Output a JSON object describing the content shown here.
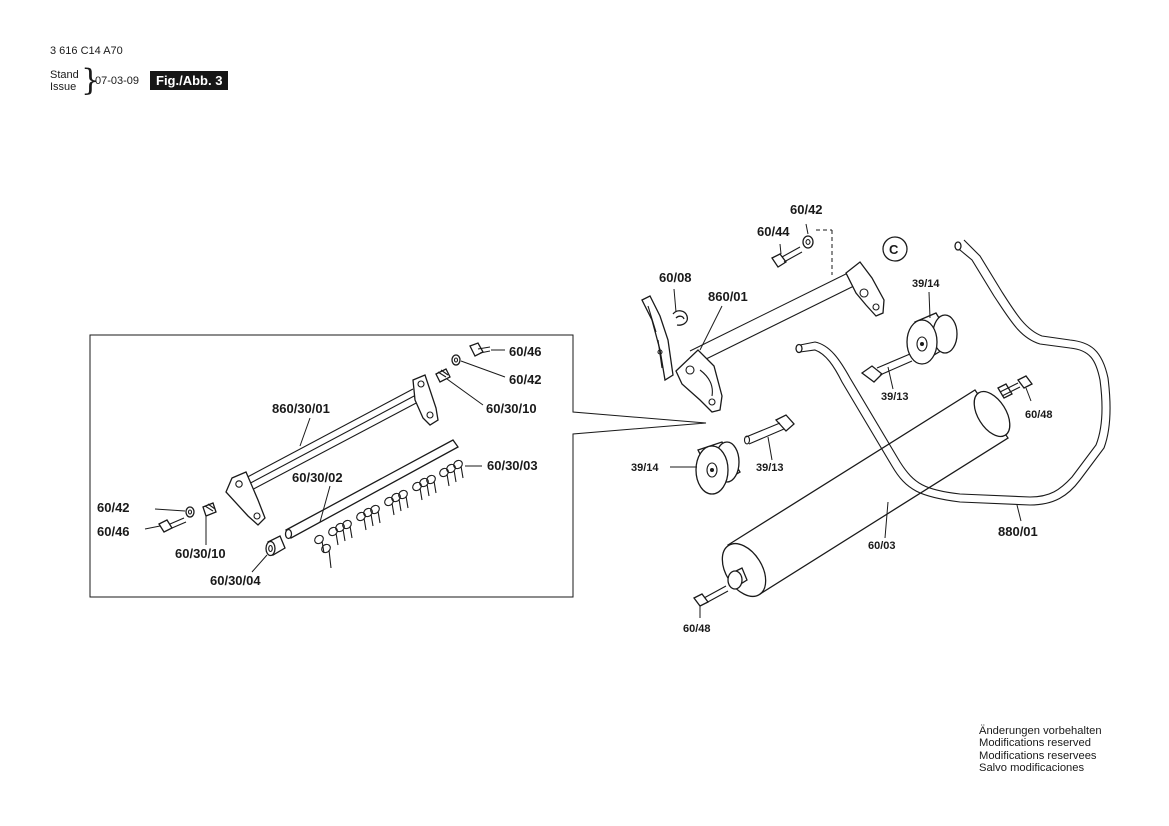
{
  "header": {
    "doc_number": "3 616 C14 A70",
    "stand_label": "Stand",
    "issue_label": "Issue",
    "issue_date": "07-03-09",
    "figure_label": "Fig./Abb. 3"
  },
  "callout_marker": "C",
  "part_labels": {
    "p_60_42_top": "60/42",
    "p_60_44": "60/44",
    "p_60_08": "60/08",
    "p_860_01": "860/01",
    "p_39_14_upper": "39/14",
    "p_39_13_upper": "39/13",
    "p_60_48_right": "60/48",
    "p_39_14_lower": "39/14",
    "p_39_13_lower": "39/13",
    "p_60_03": "60/03",
    "p_880_01": "880/01",
    "p_60_48_bottom": "60/48",
    "d_60_46_top": "60/46",
    "d_60_42_top": "60/42",
    "d_60_30_10_top": "60/30/10",
    "d_860_30_01": "860/30/01",
    "d_60_30_02": "60/30/02",
    "d_60_30_03": "60/30/03",
    "d_60_42_left": "60/42",
    "d_60_46_left": "60/46",
    "d_60_30_10_bottom": "60/30/10",
    "d_60_30_04": "60/30/04"
  },
  "footer_notes": [
    "Änderungen vorbehalten",
    "Modifications reserved",
    "Modifications reservees",
    "Salvo modificaciones"
  ]
}
